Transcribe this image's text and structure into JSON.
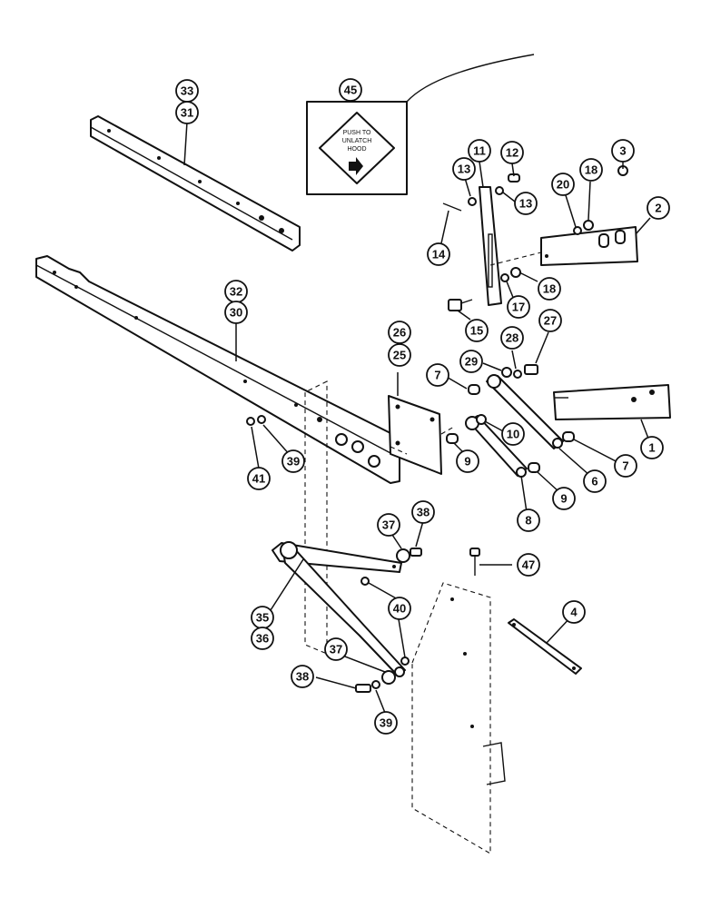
{
  "decal": {
    "line1": "PUSH TO",
    "line2": "UNLATCH",
    "line3": "HOOD"
  },
  "callouts": [
    {
      "id": "c-33",
      "label": "33"
    },
    {
      "id": "c-31",
      "label": "31"
    },
    {
      "id": "c-45",
      "label": "45"
    },
    {
      "id": "c-12",
      "label": "12"
    },
    {
      "id": "c-11",
      "label": "11"
    },
    {
      "id": "c-3",
      "label": "3"
    },
    {
      "id": "c-13a",
      "label": "13"
    },
    {
      "id": "c-13b",
      "label": "13"
    },
    {
      "id": "c-20",
      "label": "20"
    },
    {
      "id": "c-18a",
      "label": "18"
    },
    {
      "id": "c-2",
      "label": "2"
    },
    {
      "id": "c-14",
      "label": "14"
    },
    {
      "id": "c-18b",
      "label": "18"
    },
    {
      "id": "c-17",
      "label": "17"
    },
    {
      "id": "c-15",
      "label": "15"
    },
    {
      "id": "c-32",
      "label": "32"
    },
    {
      "id": "c-30",
      "label": "30"
    },
    {
      "id": "c-26",
      "label": "26"
    },
    {
      "id": "c-25",
      "label": "25"
    },
    {
      "id": "c-28",
      "label": "28"
    },
    {
      "id": "c-27",
      "label": "27"
    },
    {
      "id": "c-29",
      "label": "29"
    },
    {
      "id": "c-7a",
      "label": "7"
    },
    {
      "id": "c-10",
      "label": "10"
    },
    {
      "id": "c-1",
      "label": "1"
    },
    {
      "id": "c-41",
      "label": "41"
    },
    {
      "id": "c-39a",
      "label": "39"
    },
    {
      "id": "c-9a",
      "label": "9"
    },
    {
      "id": "c-6",
      "label": "6"
    },
    {
      "id": "c-7b",
      "label": "7"
    },
    {
      "id": "c-9b",
      "label": "9"
    },
    {
      "id": "c-8",
      "label": "8"
    },
    {
      "id": "c-37a",
      "label": "37"
    },
    {
      "id": "c-38a",
      "label": "38"
    },
    {
      "id": "c-47",
      "label": "47"
    },
    {
      "id": "c-4",
      "label": "4"
    },
    {
      "id": "c-40",
      "label": "40"
    },
    {
      "id": "c-35",
      "label": "35"
    },
    {
      "id": "c-36",
      "label": "36"
    },
    {
      "id": "c-37b",
      "label": "37"
    },
    {
      "id": "c-38b",
      "label": "38"
    },
    {
      "id": "c-39b",
      "label": "39"
    }
  ]
}
